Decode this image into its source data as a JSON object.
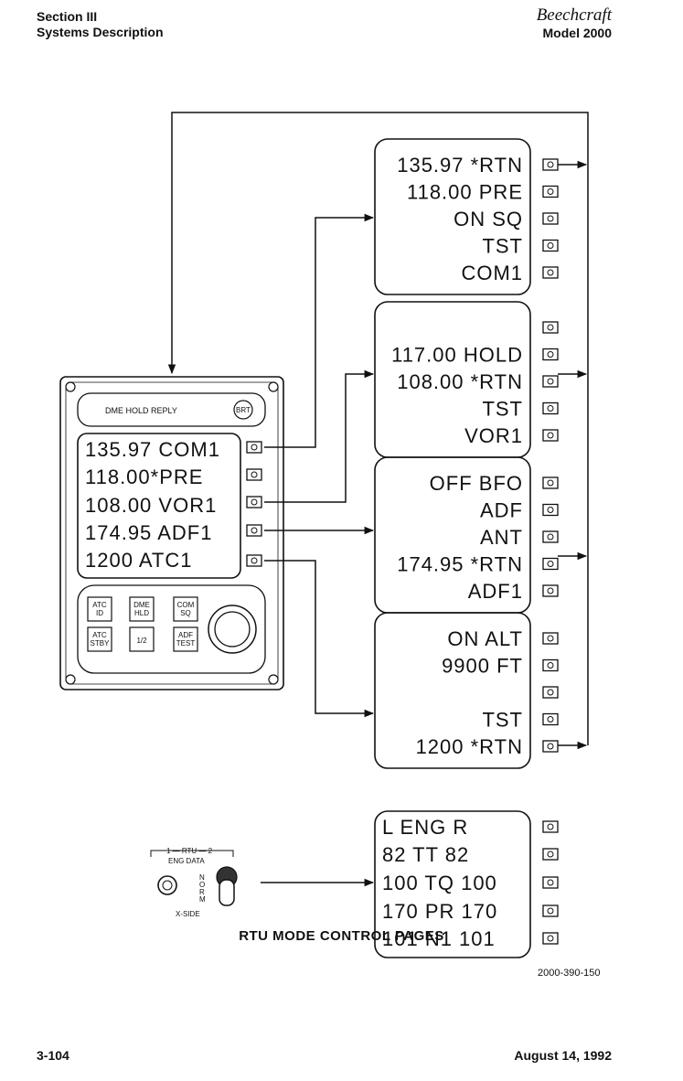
{
  "header": {
    "section": "Section III",
    "subtitle": "Systems Description",
    "brand": "Beechcraft",
    "model": "Model 2000"
  },
  "control_head": {
    "top_label": "DME HOLD  REPLY",
    "brt": "BRT",
    "lines": [
      "135.97 COM1",
      "118.00*PRE",
      "108.00 VOR1",
      "174.95 ADF1",
      "1200   ATC1"
    ],
    "buttons": [
      "ATC ID",
      "DME HLD",
      "COM SQ",
      "ATC STBY",
      "1/2",
      "ADF TEST"
    ]
  },
  "rtu_pages": [
    {
      "lines": [
        "135.97 *RTN",
        "118.00   PRE",
        "ON SQ",
        "TST",
        "COM1"
      ]
    },
    {
      "lines": [
        "",
        "117.00 HOLD",
        "108.00 *RTN",
        "TST",
        "VOR1"
      ]
    },
    {
      "lines": [
        "OFF BFO",
        "ADF",
        "ANT",
        "174.95 *RTN",
        "ADF1"
      ]
    },
    {
      "lines": [
        "ON ALT",
        "9900 FT",
        "",
        "TST",
        "1200   *RTN"
      ]
    }
  ],
  "eng_page": {
    "lines": [
      "L  ENG   R",
      "82  TT  82",
      "100 TQ 100",
      "170 PR 170",
      "101 N1 101"
    ]
  },
  "switch": {
    "top": "1 — RTU — 2",
    "sub": "ENG DATA",
    "norm": "NORM",
    "bottom": "X-SIDE"
  },
  "figure_number": "2000-390-150",
  "caption": "RTU MODE CONTROL PAGES",
  "footer": {
    "page": "3-104",
    "date": "August 14, 1992"
  }
}
